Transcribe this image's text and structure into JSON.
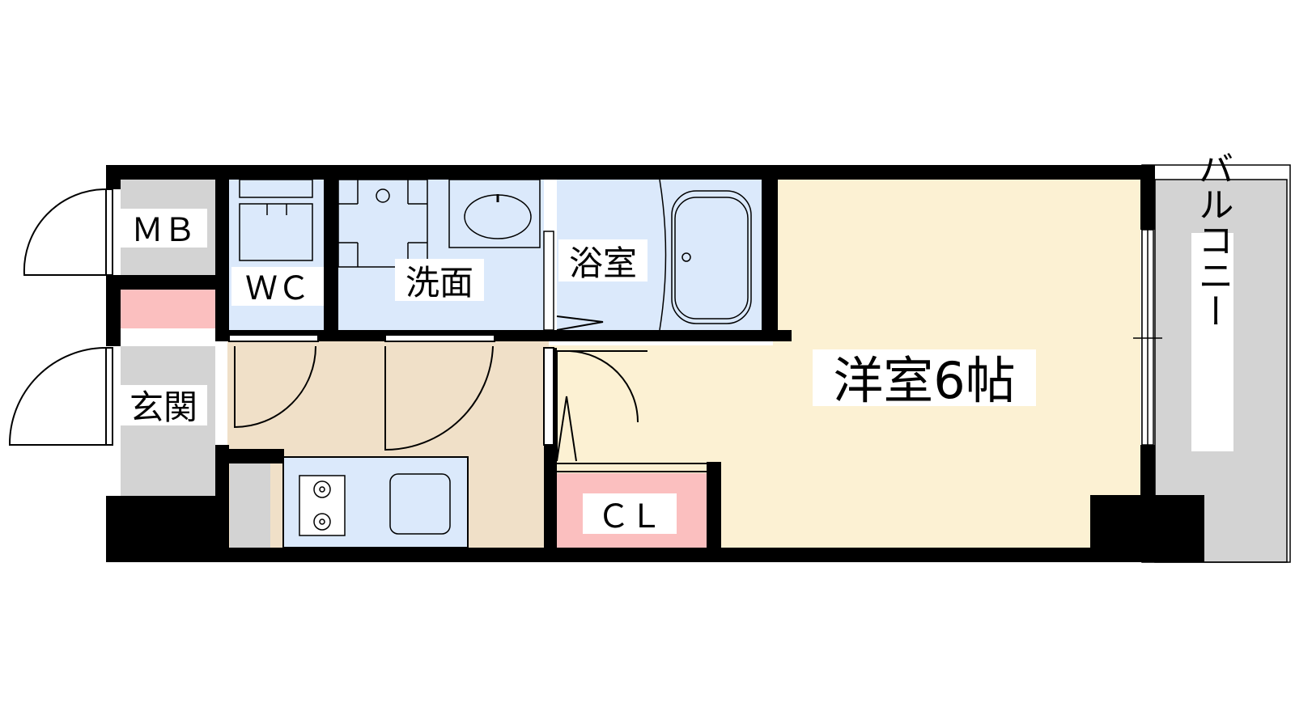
{
  "floor_plan": {
    "rooms": {
      "mb": "ＭＢ",
      "wc": "ＷＣ",
      "washroom": "洗面",
      "bathroom": "浴室",
      "western_room": "洋室6帖",
      "entrance": "玄関",
      "closet": "ＣＬ",
      "balcony": "バルコニー"
    },
    "colors": {
      "wall": "#000000",
      "wet_area": "#dbe9fb",
      "room_floor": "#fcf1d3",
      "hall_floor": "#f0e0c8",
      "storage_gray": "#d3d3d3",
      "storage_pink": "#fbbfbf"
    }
  }
}
